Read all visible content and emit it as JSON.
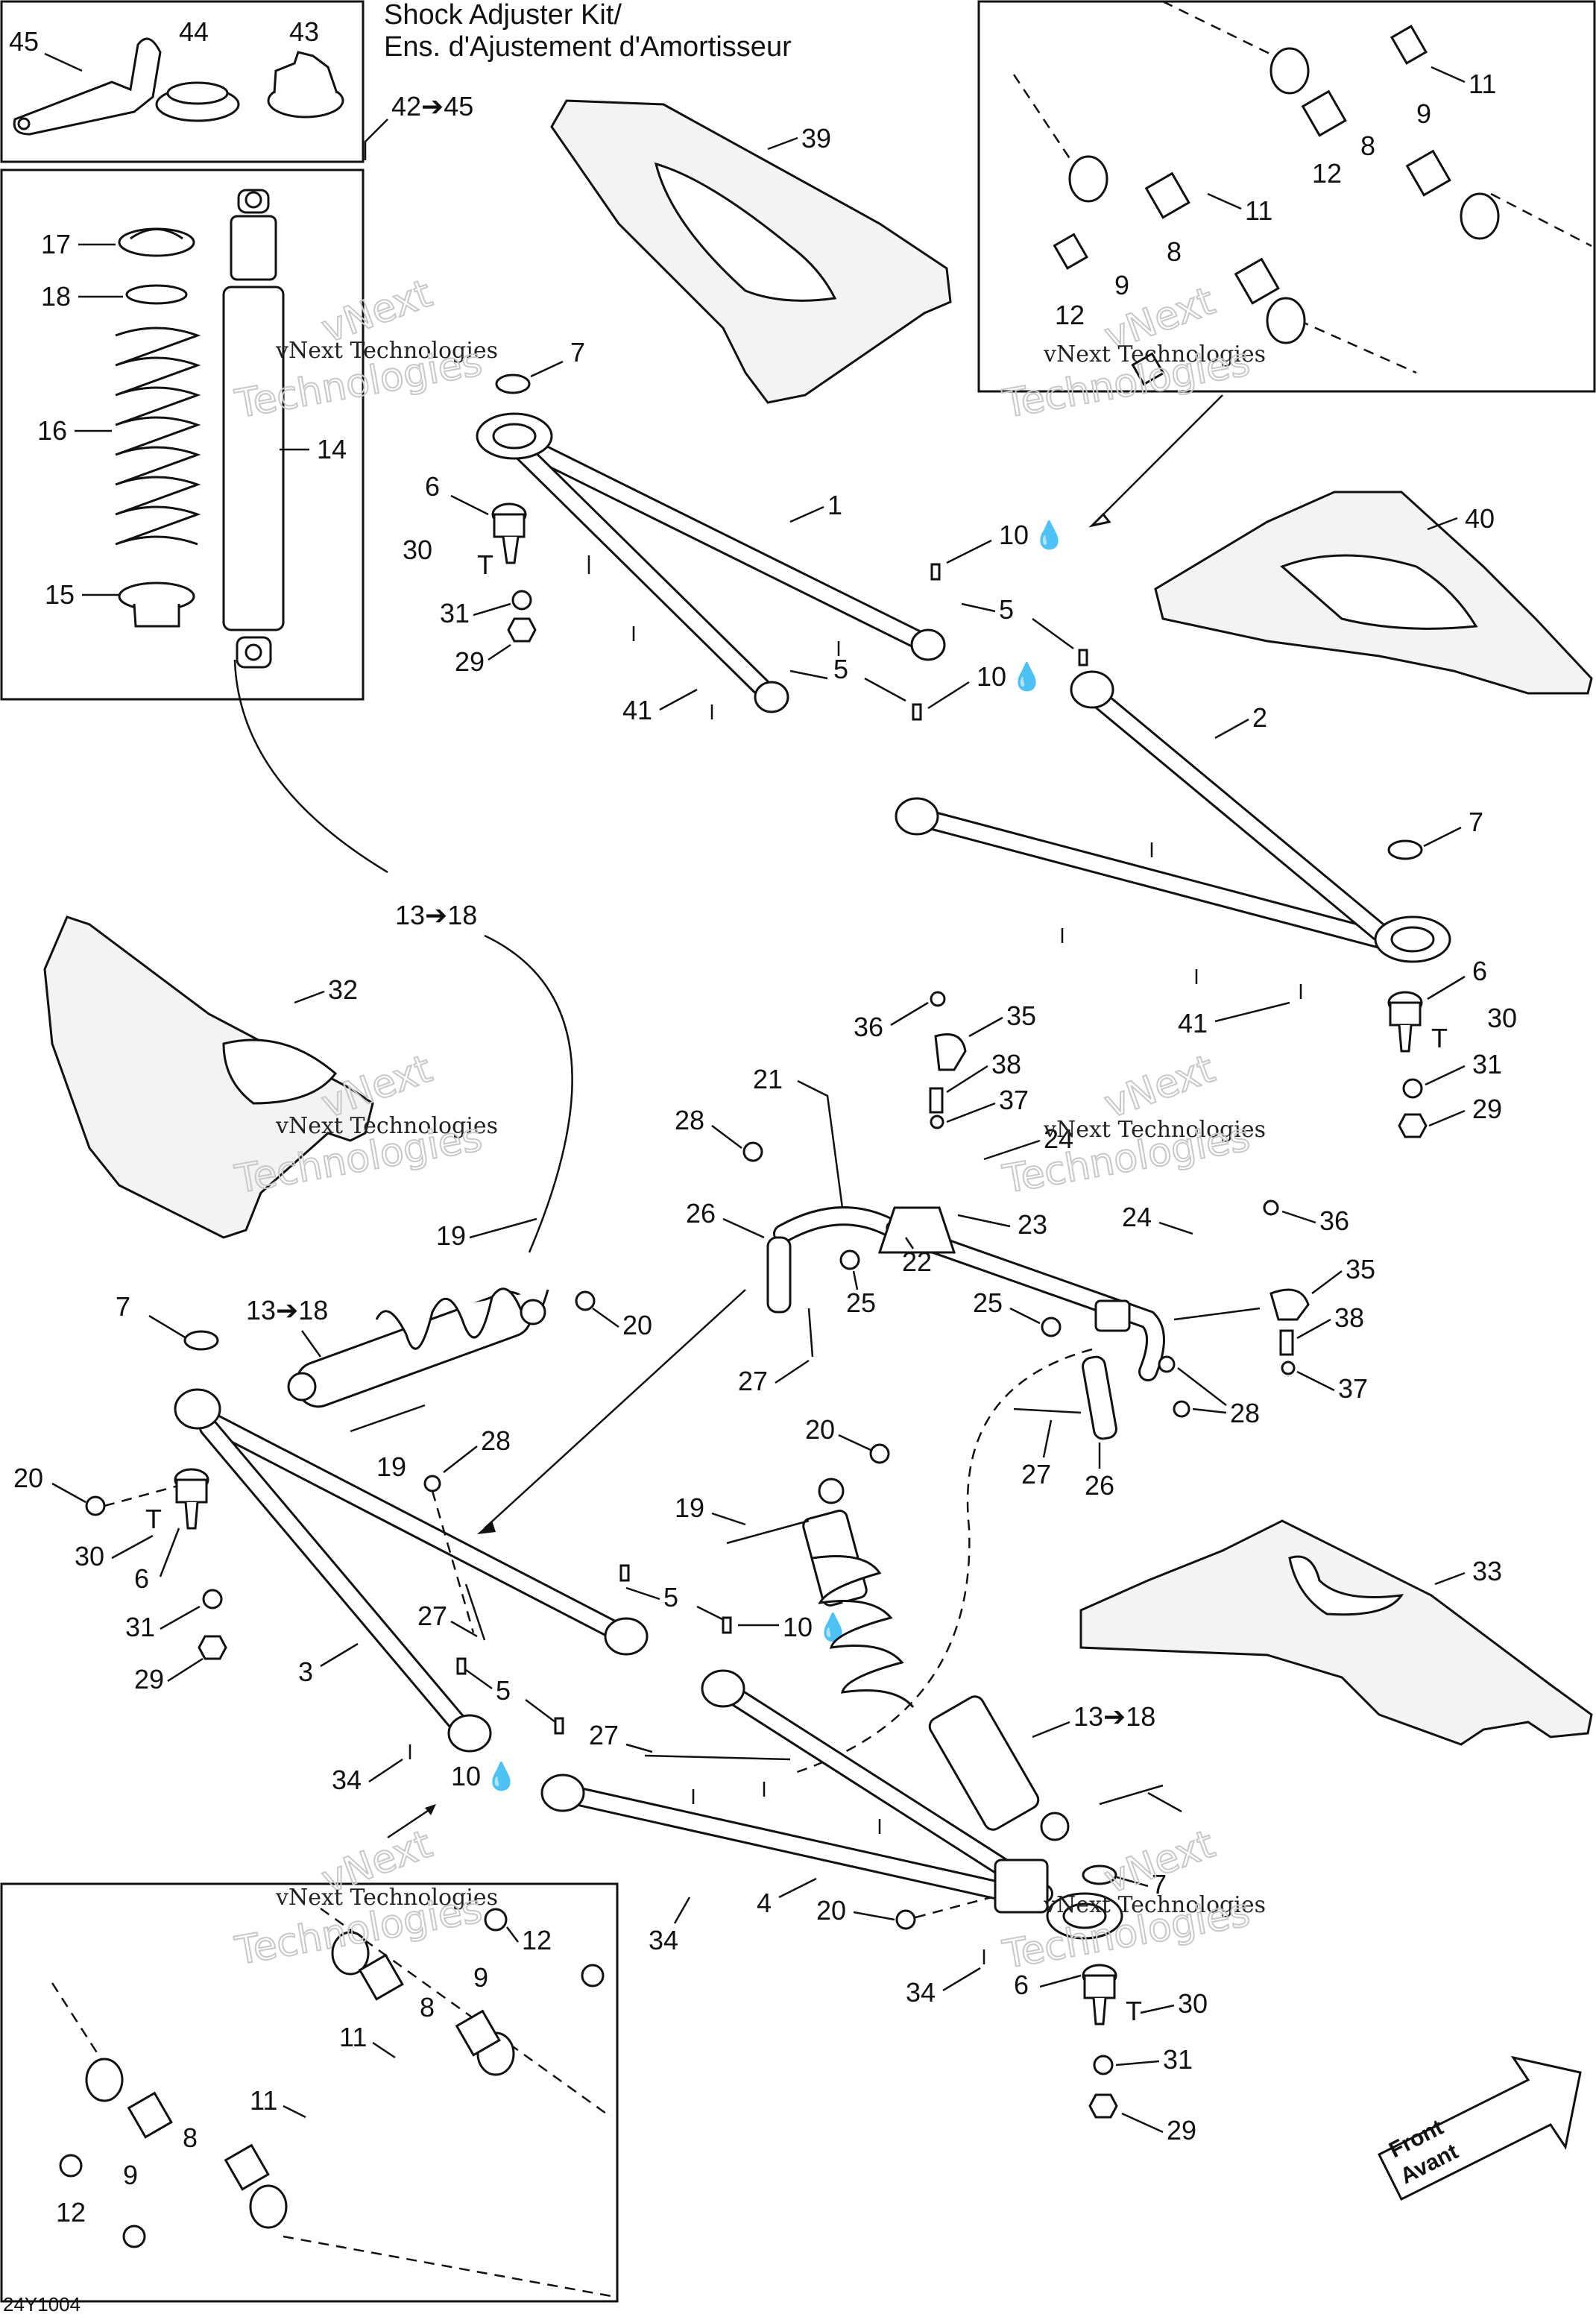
{
  "heading": {
    "line1": "Shock Adjuster Kit/",
    "line2": "Ens. d'Ajustement d'Amortisseur"
  },
  "watermark": {
    "line1": "vNext Technologies",
    "line2": "Technologies",
    "prefix": "vNext"
  },
  "front_badge": {
    "line1": "Front",
    "line2": "Avant"
  },
  "drawing_code": "24Y1004",
  "colors": {
    "line": "#111111",
    "background": "#ffffff",
    "watermark_outline": "#c8c8c8"
  },
  "callouts": {
    "c45": "45",
    "c44": "44",
    "c43": "43",
    "c42_45": "42➔45",
    "c17": "17",
    "c18": "18",
    "c16": "16",
    "c14": "14",
    "c15": "15",
    "c39": "39",
    "c7a": "7",
    "c6a": "6",
    "c30a": "30",
    "c31a": "31",
    "c29a": "29",
    "c1": "1",
    "c10a": "10",
    "c5a": "5",
    "c5b": "5",
    "c10b": "10",
    "c41a": "41",
    "c11a": "11",
    "c9a": "9",
    "c8a": "8",
    "c12a": "12",
    "c11b": "11",
    "c8b": "8",
    "c9b": "9",
    "c12b": "12",
    "c40": "40",
    "c2": "2",
    "c7b": "7",
    "c6b": "6",
    "c30b": "30",
    "c31b": "31",
    "c29b": "29",
    "c41b": "41",
    "c13_18a": "13➔18",
    "c32": "32",
    "c36a": "36",
    "c35a": "35",
    "c38a": "38",
    "c37a": "37",
    "c21": "21",
    "c24a": "24",
    "c28a": "28",
    "c26a": "26",
    "c22": "22",
    "c23": "23",
    "c25a": "25",
    "c24b": "24",
    "c36b": "36",
    "c35b": "35",
    "c25b": "25",
    "c38b": "38",
    "c37b": "37",
    "c27a": "27",
    "c28b": "28",
    "c27b": "27",
    "c26b": "26",
    "c19a": "19",
    "c13_18b": "13➔18",
    "c20a": "20",
    "c7c": "7",
    "c20b": "20",
    "c19b": "19",
    "c28c": "28",
    "c30c": "30",
    "c6c": "6",
    "c31c": "31",
    "c29c": "29",
    "c3": "3",
    "c27c": "27",
    "c5c": "5",
    "c5d": "5",
    "c10c": "10",
    "c34a": "34",
    "c10d": "10",
    "c20c": "20",
    "c19c": "19",
    "c33": "33",
    "c13_18c": "13➔18",
    "c27d": "27",
    "c4": "4",
    "c20d": "20",
    "c7d": "7",
    "c34b": "34",
    "c34c": "34",
    "c6d": "6",
    "c30d": "30",
    "c31d": "31",
    "c29d": "29",
    "c12c": "12",
    "c9c": "9",
    "c8c": "8",
    "c11c": "11",
    "c11d": "11",
    "c8d": "8",
    "c9d": "9",
    "c12d": "12"
  },
  "grease_marks": [
    "10a",
    "10b",
    "10c",
    "10d"
  ]
}
